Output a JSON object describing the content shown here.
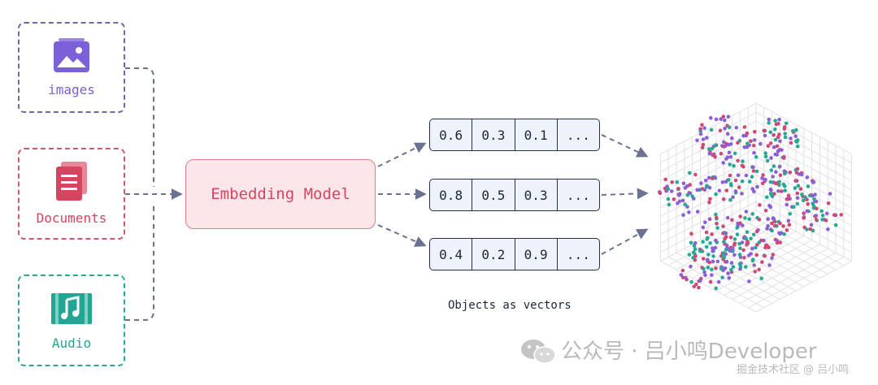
{
  "sources": [
    {
      "label": "images",
      "icon": "image-icon",
      "color": "#7b60d8",
      "border": "#7565a8"
    },
    {
      "label": "Documents",
      "icon": "document-icon",
      "color": "#d6455f",
      "border": "#d2556b"
    },
    {
      "label": "Audio",
      "icon": "music-icon",
      "color": "#22a593",
      "border": "#2aa897"
    }
  ],
  "model": {
    "label": "Embedding Model"
  },
  "vectors": [
    [
      "0.6",
      "0.3",
      "0.1",
      "..."
    ],
    [
      "0.8",
      "0.5",
      "0.3",
      "..."
    ],
    [
      "0.4",
      "0.2",
      "0.9",
      "..."
    ]
  ],
  "caption": "Objects as vectors",
  "watermark": {
    "main": "公众号 · 吕小鸣Developer",
    "sub": "掘金技术社区 @ 吕小鸣"
  },
  "colors": {
    "arrow": "#6a7191",
    "purple": "#8b5fd6",
    "pink": "#d04873",
    "teal": "#27a897",
    "grid": "#e2e2e2"
  }
}
